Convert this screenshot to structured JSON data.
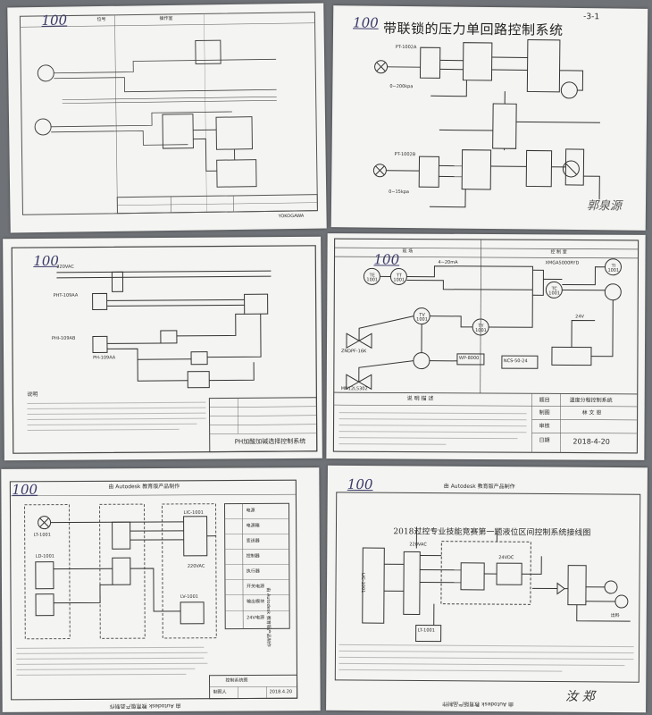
{
  "sheet1": {
    "score": "100",
    "top_labels": [
      "位号",
      "操作室"
    ],
    "title_cell": "YOKOGAWA"
  },
  "sheet2": {
    "score": "100",
    "title": "带联锁的压力单回路控制系统",
    "page_mark": "-3-1",
    "range_a": "0~200kpa",
    "range_b": "0~15kpa",
    "tag_a": "PT-1002A",
    "tag_b": "PT-1002B",
    "signature": "郭泉源"
  },
  "sheet3": {
    "score": "100",
    "supply": "220VAC",
    "tags": [
      "PHT-109AA",
      "PHI-109AB",
      "PH-109AA"
    ],
    "notes_heading": "说明",
    "title": "PH加酸加碱选择控制系统"
  },
  "sheet4": {
    "score": "100",
    "left_header": "现 场",
    "right_header": "控 制 室",
    "tags": {
      "tt": "TE\n1001",
      "tt2": "TT\n1001",
      "tv": "TV\n1001",
      "pt": "TY\n1001",
      "tic": "TI\n1001",
      "tc": "TC\n1001"
    },
    "signal_label": "4~20mA",
    "valve_a": "ZNDPF-16K",
    "valve_b": "MN12L5302",
    "module": "WP-8000",
    "recorder": "XMGA5000RYD",
    "supply": "24V",
    "panel": "NCS-50-24",
    "info_heading": "说 明 描 述",
    "title_label": "题目",
    "title_value": "温度分程控制系统",
    "maker_label": "制图",
    "maker_value": "林 文 恩",
    "review_label": "审核",
    "date_label": "日期",
    "date_value": "2018-4-20"
  },
  "sheet5": {
    "score": "100",
    "header": "由 Autodesk 教育版产品制作",
    "side_mark": "由 Autodesk 教育版产品制作",
    "footer": "由 Autodesk 教育版产品制作",
    "tags": [
      "LT-1001",
      "LD-1001",
      "LIC-1001",
      "LV-1001",
      "220VAC"
    ],
    "legend": [
      "电源",
      "电源箱",
      "变送器",
      "控制器",
      "执行器",
      "开关电源",
      "输出模块",
      "24V电源"
    ],
    "title_rows": [
      "控制系统图",
      "制图人",
      "2018.4.20"
    ]
  },
  "sheet6": {
    "score": "100",
    "header": "由 Autodesk 教育版产品制作",
    "footer": "由 Autodesk 教育版产品制作",
    "title": "2018过控专业技能竞赛第一题液位区间控制系统接线图",
    "tags": [
      "LIC-1001",
      "LT-1001",
      "220VAC",
      "24VDC"
    ],
    "outlet": "出料",
    "signature": "汝 郑"
  }
}
